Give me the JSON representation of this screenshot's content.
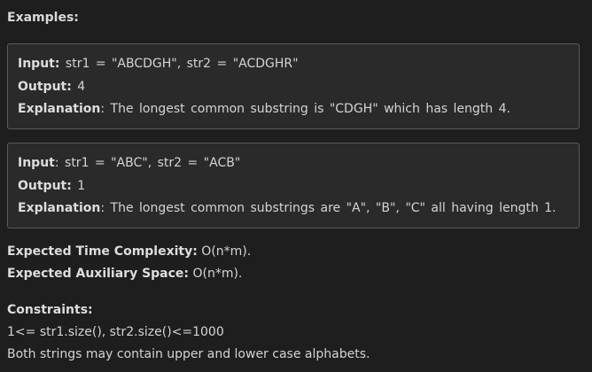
{
  "examples_heading": "Examples:",
  "examples": [
    {
      "input_label": "Input:",
      "input_value": " str1 = \"ABCDGH\", str2 = \"ACDGHR\"",
      "output_label": "Output:",
      "output_value": " 4",
      "explanation_label": "Explanation",
      "explanation_value": ": The longest common substring is \"CDGH\" which has length 4."
    },
    {
      "input_label": "Input",
      "input_value": ": str1 = \"ABC\", str2 = \"ACB\"",
      "output_label": "Output:",
      "output_value": " 1",
      "explanation_label": "Explanation",
      "explanation_value": ": The longest common substrings are \"A\", \"B\", \"C\" all having length 1."
    }
  ],
  "complexity": {
    "time_label": "Expected Time Complexity:",
    "time_value": " O(n*m).",
    "space_label": "Expected Auxiliary Space:",
    "space_value": " O(n*m)."
  },
  "constraints": {
    "heading": "Constraints:",
    "lines": [
      "1<= str1.size(), str2.size()<=1000",
      "Both strings may contain upper and lower case alphabets."
    ]
  }
}
